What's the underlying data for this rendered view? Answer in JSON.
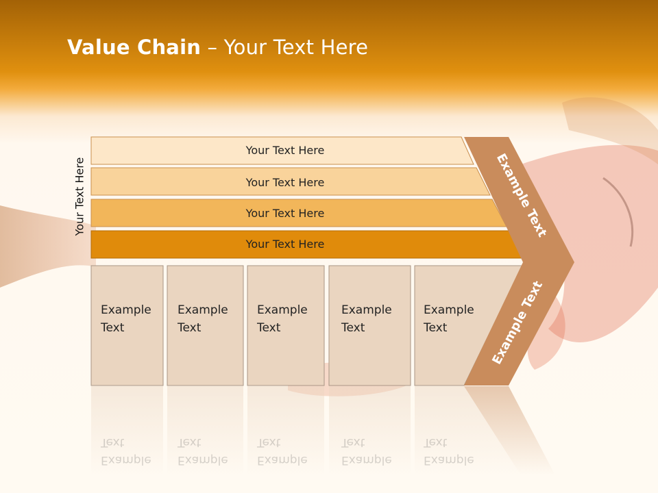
{
  "title": {
    "bold": "Value Chain",
    "rest": " – Your Text Here"
  },
  "side_label": "Your Text Here",
  "bars": [
    {
      "label": "Your Text Here",
      "color": "#fde7c8"
    },
    {
      "label": "Your Text Here",
      "color": "#f9d39b"
    },
    {
      "label": "Your Text Here",
      "color": "#f2b65a"
    },
    {
      "label": "Your Text Here",
      "color": "#e08b0b"
    }
  ],
  "boxes": [
    {
      "line1": "Example",
      "line2": "Text"
    },
    {
      "line1": "Example",
      "line2": "Text"
    },
    {
      "line1": "Example",
      "line2": "Text"
    },
    {
      "line1": "Example",
      "line2": "Text"
    },
    {
      "line1": "Example",
      "line2": "Text"
    }
  ],
  "arrow": {
    "upper_label": "Example Text",
    "lower_label": "Example Text",
    "color": "#c98c5c"
  },
  "colors": {
    "box_fill": "#ead5c0",
    "box_stroke": "#a89585",
    "header": "#e0900f"
  }
}
